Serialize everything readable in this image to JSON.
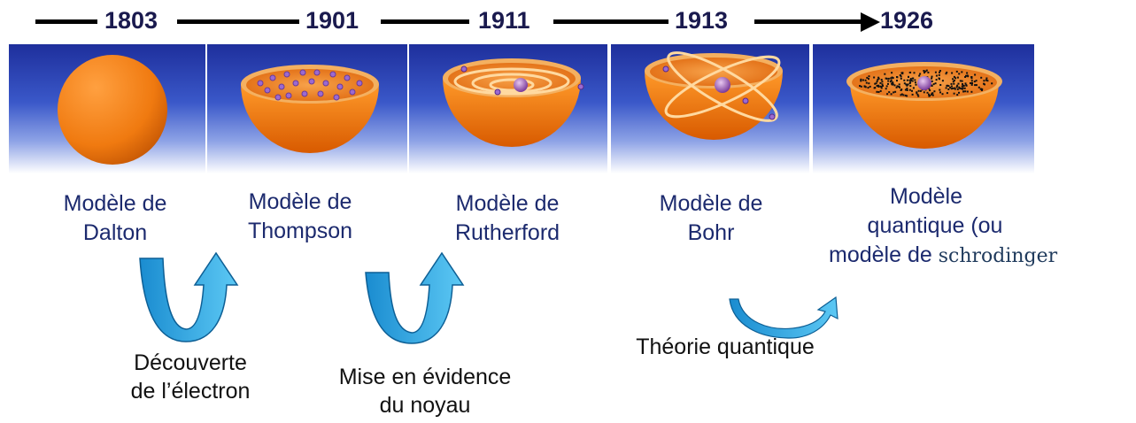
{
  "timeline": {
    "years": [
      "1803",
      "1901",
      "1911",
      "1913",
      "1926"
    ]
  },
  "models": [
    {
      "line1": "Modèle de",
      "line2": "Dalton"
    },
    {
      "line1": "Modèle de",
      "line2": "Thompson"
    },
    {
      "line1": "Modèle de",
      "line2": "Rutherford"
    },
    {
      "line1": "Modèle de",
      "line2": "Bohr"
    },
    {
      "line1": "Modèle",
      "line2": "quantique (ou",
      "line3a": "modèle de ",
      "line3b": "schrodinger"
    }
  ],
  "transitions": [
    {
      "line1": "Découverte",
      "line2": "de l’électron"
    },
    {
      "line1": "Mise en évidence",
      "line2": "du noyau"
    },
    {
      "line1": "Théorie quantique"
    }
  ],
  "colors": {
    "panel_top": "#1e2f9c",
    "sphere": "#f07a10",
    "arrow": "#2aa6e0",
    "electron": "#8a5ab8"
  }
}
